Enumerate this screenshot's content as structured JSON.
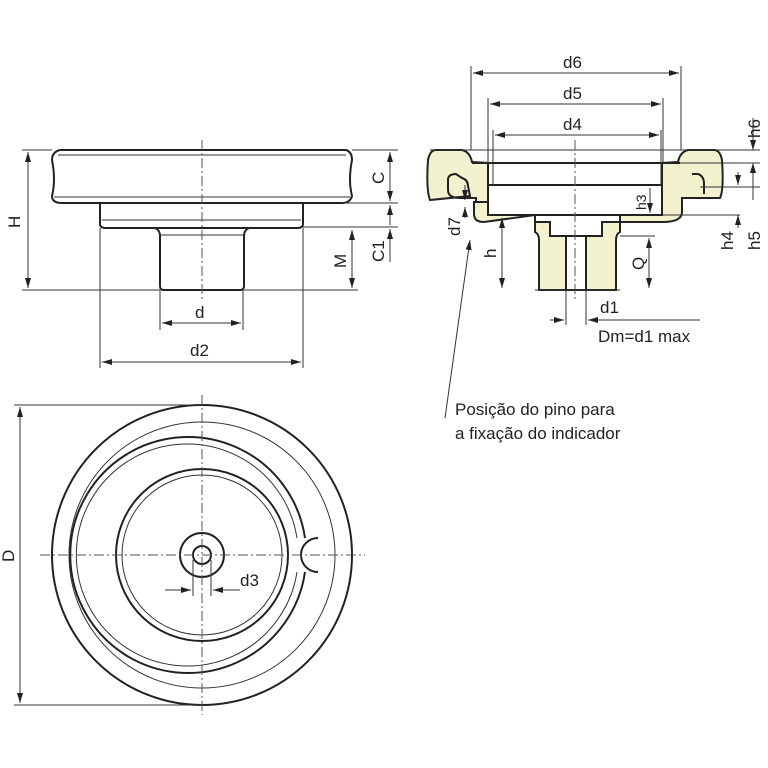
{
  "side_view": {
    "H": "H",
    "C": "C",
    "C1": "C1",
    "M": "M",
    "d": "d",
    "d2": "d2"
  },
  "section_view": {
    "d6": "d6",
    "d5": "d5",
    "d4": "d4",
    "h6": "h6",
    "h3": "h3",
    "h4": "h4",
    "h5": "h5",
    "d7": "d7",
    "h": "h",
    "Q": "Q",
    "d1": "d1",
    "dm_note": "Dm=d1 max"
  },
  "note": {
    "line1": "Posição do pino para",
    "line2": "a fixação do indicador"
  },
  "top_view": {
    "D": "D",
    "d3": "d3"
  },
  "colors": {
    "section_fill": "#f3f2cf",
    "line": "#222222"
  }
}
